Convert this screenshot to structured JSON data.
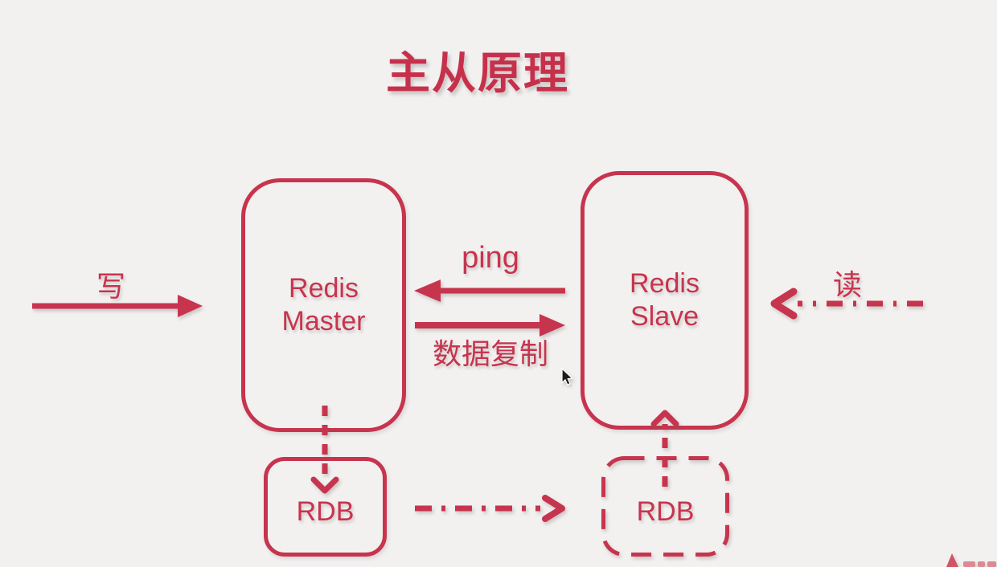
{
  "title": "主从原理",
  "nodes": [
    {
      "id": "master",
      "label": "Redis Master",
      "border": "solid"
    },
    {
      "id": "slave",
      "label": "Redis Slave",
      "border": "solid"
    },
    {
      "id": "rdb-master",
      "label": "RDB",
      "border": "solid"
    },
    {
      "id": "rdb-slave",
      "label": "RDB",
      "border": "dashed"
    }
  ],
  "edges": [
    {
      "id": "write",
      "label": "写",
      "from": "client",
      "to": "master",
      "style": "solid-arrow"
    },
    {
      "id": "ping",
      "label": "ping",
      "from": "slave",
      "to": "master",
      "style": "solid-arrow"
    },
    {
      "id": "replicate",
      "label": "数据复制",
      "from": "master",
      "to": "slave",
      "style": "solid-arrow"
    },
    {
      "id": "read",
      "label": "读",
      "from": "client",
      "to": "slave",
      "style": "dash-dot-arrow"
    },
    {
      "id": "master-to-rdb",
      "from": "master",
      "to": "rdb-master",
      "style": "dashed-arrow"
    },
    {
      "id": "rdb-to-rdb",
      "from": "rdb-master",
      "to": "rdb-slave",
      "style": "dash-dot-arrow"
    },
    {
      "id": "rdb-to-slave",
      "from": "rdb-slave",
      "to": "slave",
      "style": "dashed-arrow"
    }
  ],
  "icons": {
    "cursor": "mouse-pointer-icon",
    "watermark": "flame-logo-icon"
  },
  "colors": {
    "accent": "#C7344E",
    "background": "#F2F1F0",
    "cursor": "#111111"
  }
}
